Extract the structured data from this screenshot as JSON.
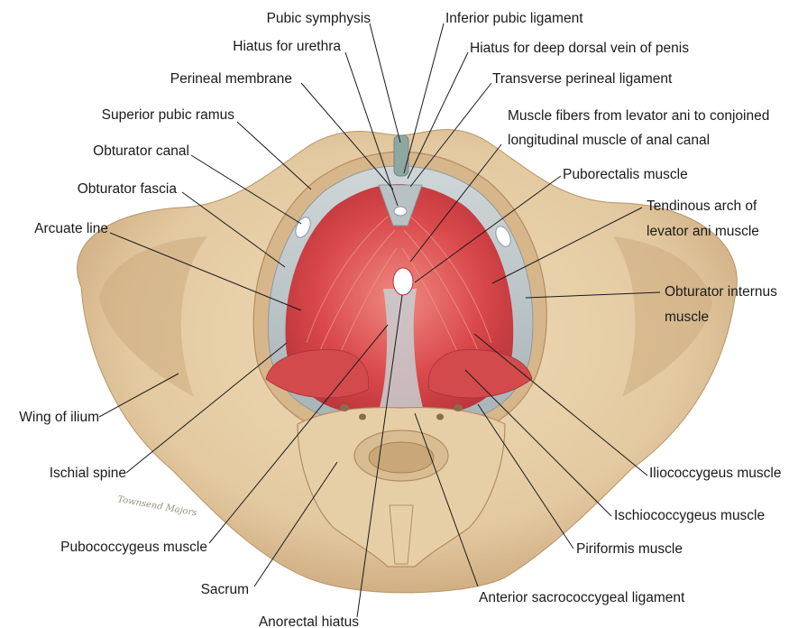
{
  "figure": {
    "labels": {
      "pubic_symphysis": "Pubic symphysis",
      "hiatus_urethra": "Hiatus for urethra",
      "perineal_membrane": "Perineal membrane",
      "superior_pubic_ramus": "Superior pubic ramus",
      "obturator_canal": "Obturator canal",
      "obturator_fascia": "Obturator fascia",
      "arcuate_line": "Arcuate line",
      "wing_of_ilium": "Wing of ilium",
      "ischial_spine": "Ischial spine",
      "pubococcygeus": "Pubococcygeus muscle",
      "sacrum": "Sacrum",
      "anorectal_hiatus": "Anorectal hiatus",
      "inferior_pubic_ligament": "Inferior pubic ligament",
      "hiatus_dorsal_vein": "Hiatus for deep dorsal vein of penis",
      "transverse_perineal": "Transverse perineal ligament",
      "muscle_fibers_line1": "Muscle fibers from levator ani to conjoined",
      "muscle_fibers_line2": "longitudinal muscle of anal canal",
      "puborectalis": "Puborectalis muscle",
      "tendinous_arch_line1": "Tendinous arch of",
      "tendinous_arch_line2": "levator ani muscle",
      "obturator_internus_line1": "Obturator internus",
      "obturator_internus_line2": "muscle",
      "iliococcygeus": "Iliococcygeus muscle",
      "ischiococcygeus": "Ischiococcygeus muscle",
      "piriformis": "Piriformis muscle",
      "anterior_sacrococcygeal": "Anterior sacrococcygeal ligament"
    },
    "signature": "Townsend Majors",
    "colors": {
      "bone": "#e3c9a0",
      "bone_shadow": "#c9a579",
      "muscle": "#d9484a",
      "muscle_light": "#ec7a74",
      "fascia": "#b9c3c6",
      "leader": "#1a1a1a"
    }
  }
}
